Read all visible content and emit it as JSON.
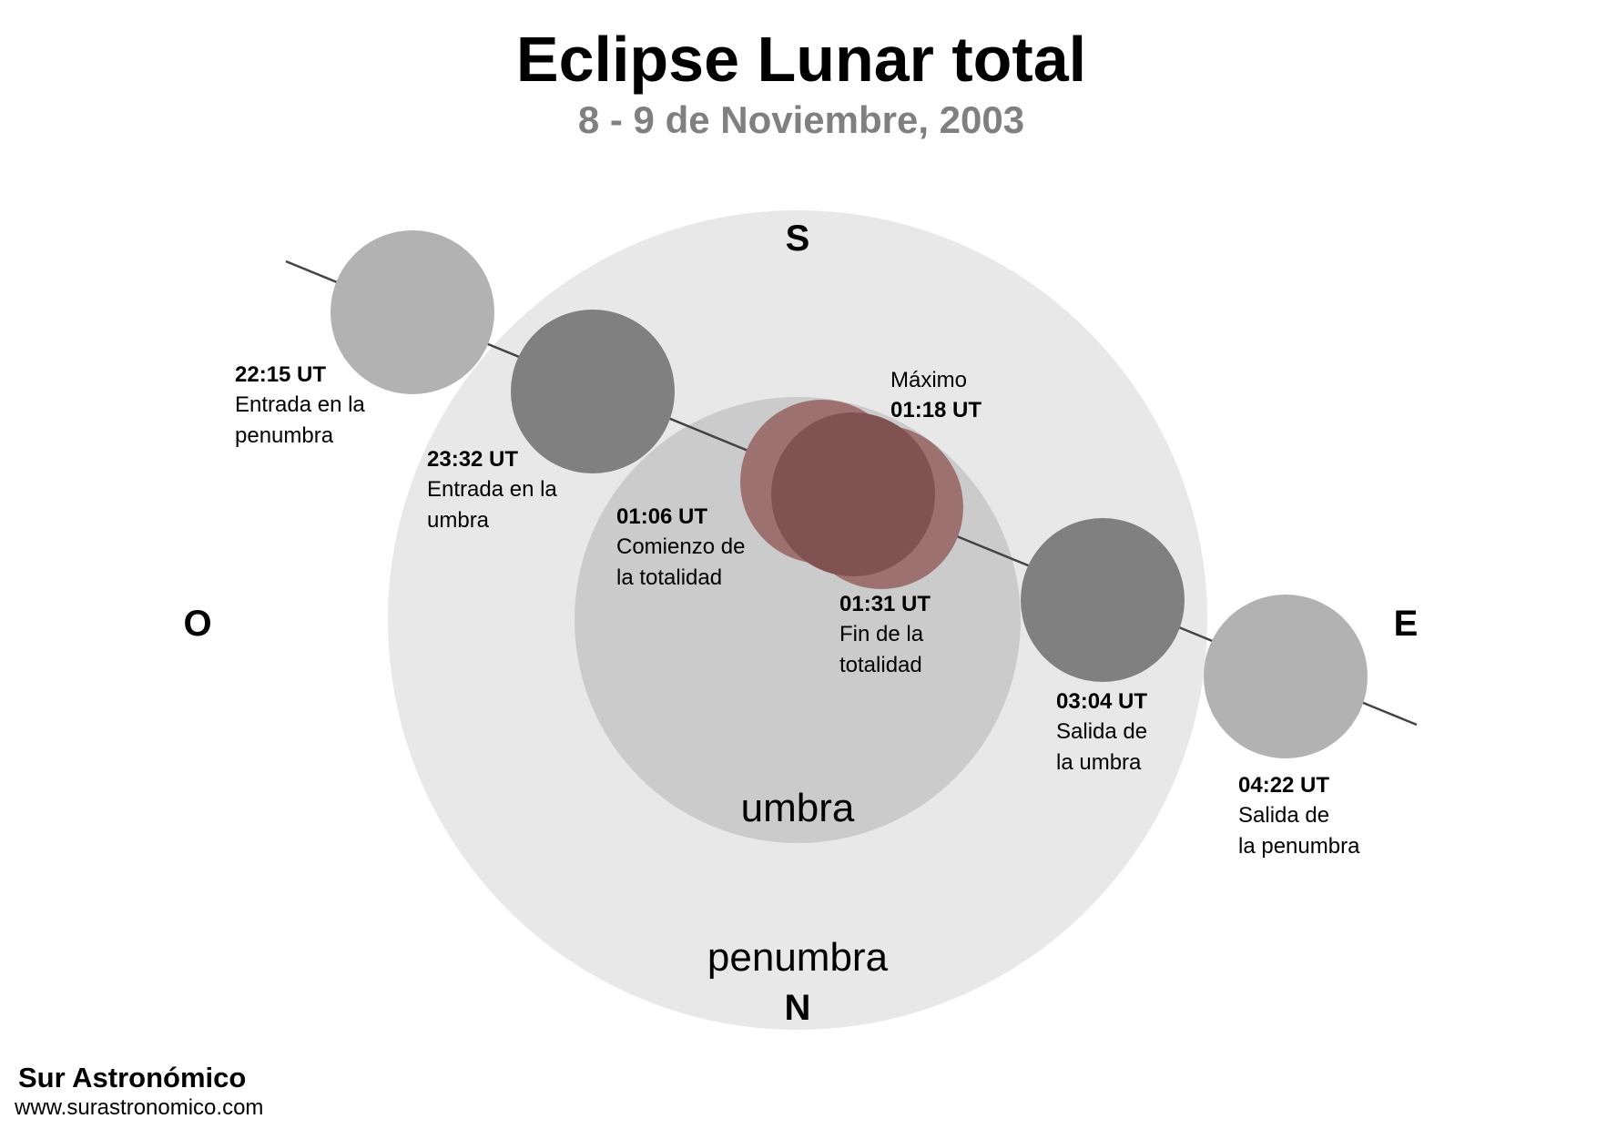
{
  "title": "Eclipse Lunar total",
  "subtitle": "8 - 9 de Noviembre, 2003",
  "directions": {
    "south": "S",
    "north": "N",
    "west": "O",
    "east": "E"
  },
  "zones": {
    "umbra": "umbra",
    "penumbra": "penumbra"
  },
  "events": [
    {
      "time": "22:15 UT",
      "line1": "Entrada en la",
      "line2": "penumbra"
    },
    {
      "time": "23:32 UT",
      "line1": "Entrada en la",
      "line2": "umbra"
    },
    {
      "time": "01:06 UT",
      "line1": "Comienzo de",
      "line2": "la totalidad"
    },
    {
      "time": "01:18 UT",
      "line1": "Máximo"
    },
    {
      "time": "01:31 UT",
      "line1": "Fin de la",
      "line2": "totalidad"
    },
    {
      "time": "03:04 UT",
      "line1": "Salida de",
      "line2": "la umbra"
    },
    {
      "time": "04:22 UT",
      "line1": "Salida de",
      "line2": "la penumbra"
    }
  ],
  "colors": {
    "penumbra": "#e8e8e8",
    "umbra": "#cbcbcb",
    "moon_penumbral": "#b2b2b2",
    "moon_partial": "#808080",
    "moon_total_edge": "#9e7171",
    "moon_total_max": "#805252",
    "subtitle": "#808080"
  },
  "footer": {
    "brand": "Sur Astronómico",
    "url": "www.surastronomico.com"
  }
}
